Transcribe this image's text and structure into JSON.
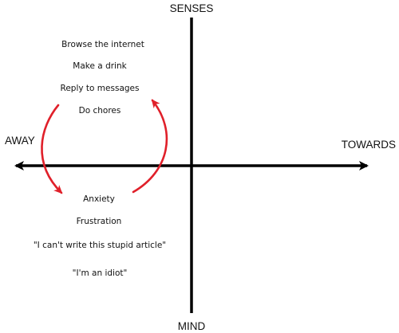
{
  "axes": {
    "top": "SENSES",
    "bottom": "MIND",
    "left": "AWAY",
    "right": "TOWARDS"
  },
  "upper_left_items": [
    "Browse the internet",
    "Make a drink",
    "Reply to messages",
    "Do chores"
  ],
  "lower_left_items": [
    "Anxiety",
    "Frustration",
    "\"I can't write this stupid article\"",
    "\"I'm an idiot\""
  ],
  "colors": {
    "axis": "#000000",
    "text": "#111111",
    "arrow": "#e0202a"
  }
}
